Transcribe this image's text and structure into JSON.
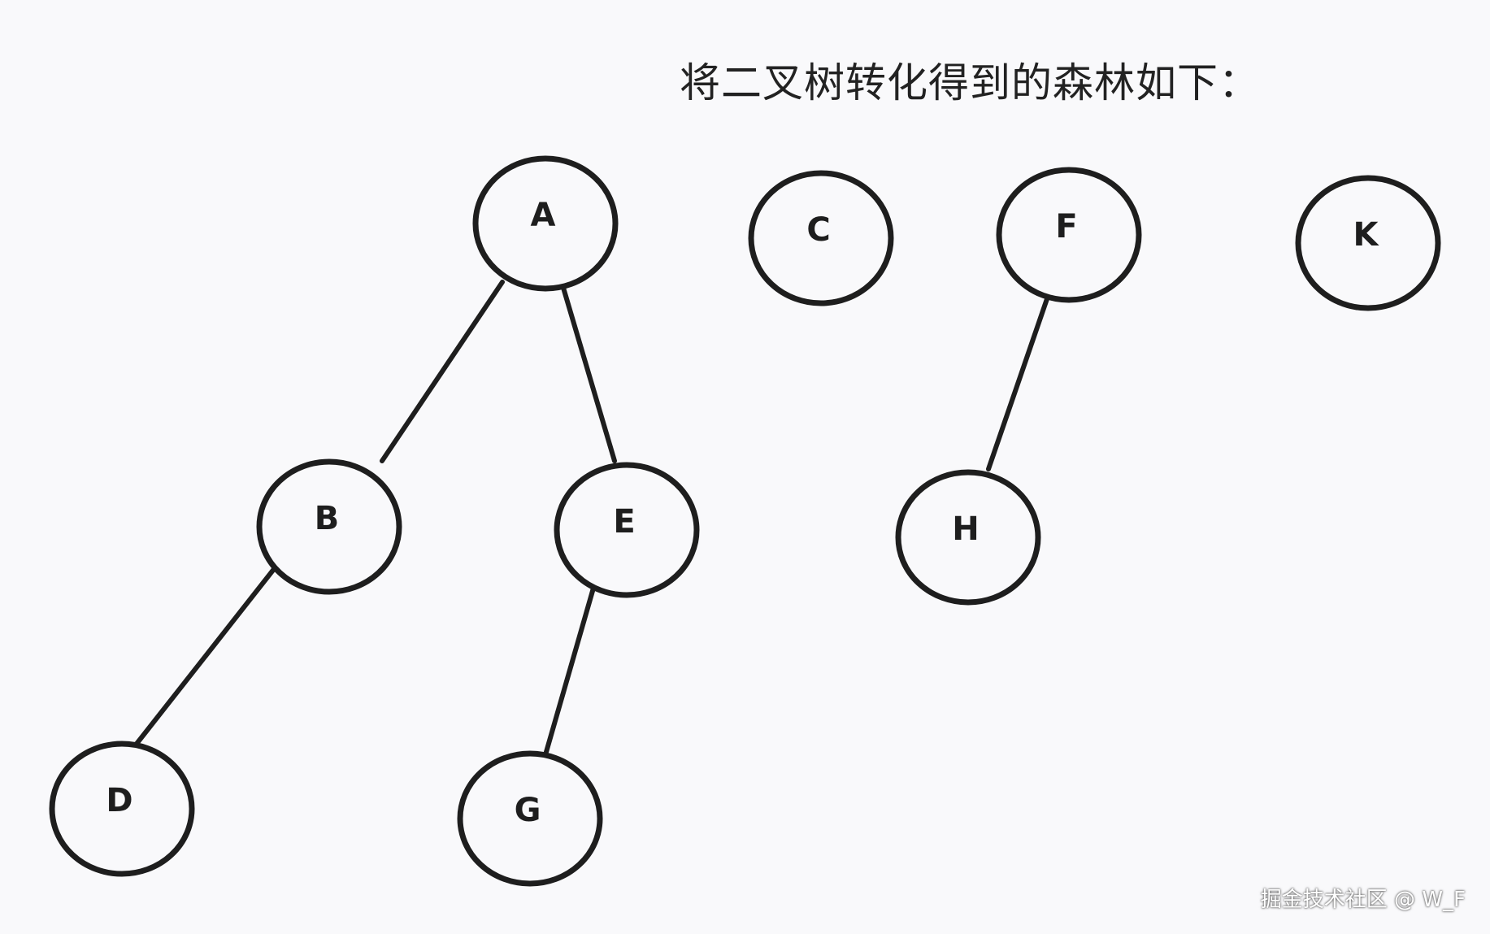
{
  "title": "将二叉树转化得到的森林如下：",
  "watermark": "掘金技术社区 @ W_F",
  "colors": {
    "background": "#f9f9fb",
    "stroke": "#1e1e1e",
    "node_fill": "#f9f9fb"
  },
  "nodes": [
    {
      "id": "A",
      "label": "A"
    },
    {
      "id": "B",
      "label": "B"
    },
    {
      "id": "C",
      "label": "C"
    },
    {
      "id": "D",
      "label": "D"
    },
    {
      "id": "E",
      "label": "E"
    },
    {
      "id": "F",
      "label": "F"
    },
    {
      "id": "G",
      "label": "G"
    },
    {
      "id": "H",
      "label": "H"
    },
    {
      "id": "K",
      "label": "K"
    }
  ],
  "edges": [
    {
      "from": "A",
      "to": "B"
    },
    {
      "from": "A",
      "to": "E"
    },
    {
      "from": "B",
      "to": "D"
    },
    {
      "from": "E",
      "to": "G"
    },
    {
      "from": "F",
      "to": "H"
    }
  ]
}
